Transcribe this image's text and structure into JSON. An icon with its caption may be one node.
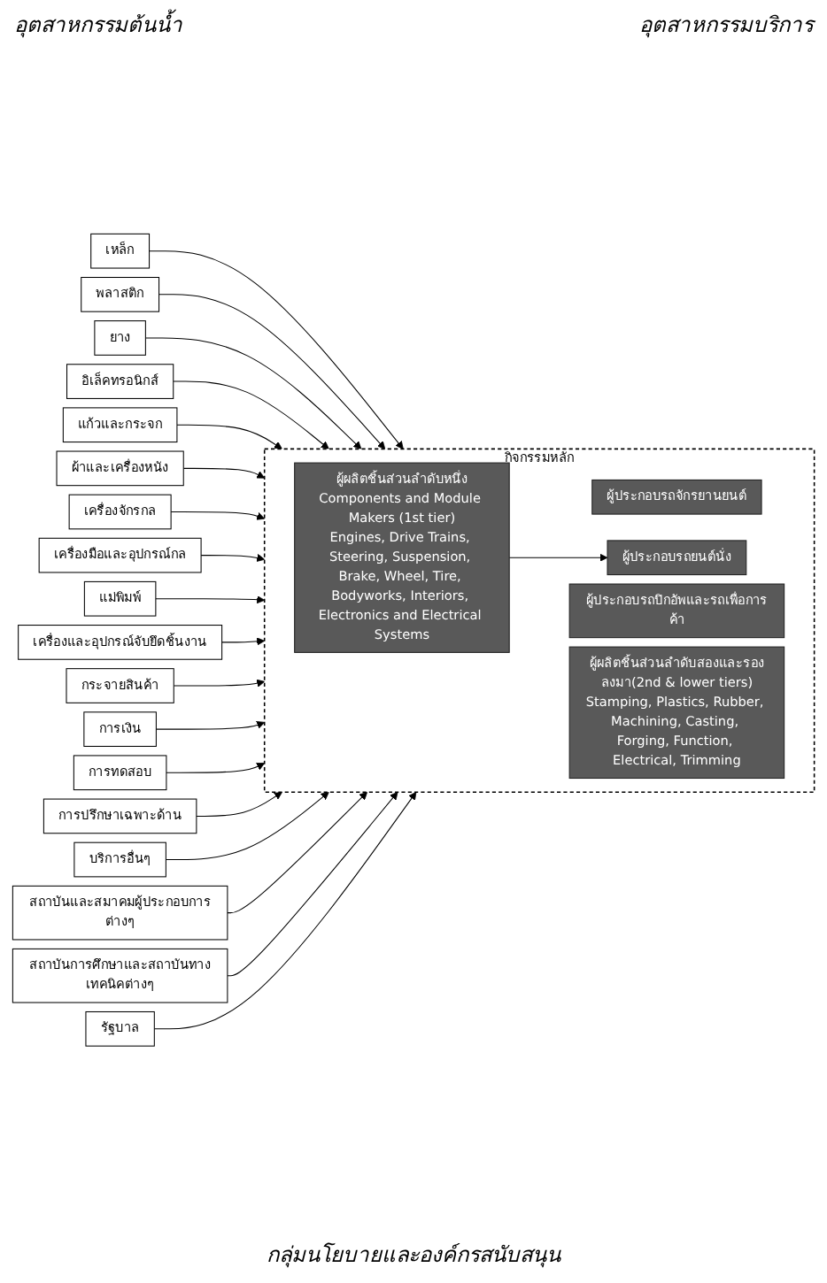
{
  "diagram": {
    "nodes": [
      {
        "text": [
          "เหล็ก"
        ]
      },
      {
        "text": [
          "พลาสติก"
        ]
      },
      {
        "text": [
          "ยาง"
        ]
      },
      {
        "text": [
          "อิเล็คทรอนิกส์"
        ]
      },
      {
        "text": [
          "แก้วและกระจก"
        ]
      },
      {
        "text": [
          "ผ้าและเครื่องหนัง"
        ]
      },
      {
        "text": [
          "เครื่องจักรกล"
        ]
      },
      {
        "text": [
          "เครื่องมือและอุปกรณ์กล"
        ]
      },
      {
        "text": [
          "แม่พิมพ์"
        ]
      },
      {
        "text": [
          "เครื่องและอุปกรณ์จับยึดชิ้นงาน"
        ]
      },
      {
        "text": [
          "กิจกรรมหลัก"
        ]
      },
      {
        "text": [
          "ผู้ประกอบรถจักรยานยนต์"
        ],
        "in": 10
      },
      {
        "text": [
          "ผู้ประกอบรถยนต์นั่ง"
        ],
        "in": 10
      },
      {
        "text": [
          "ผู้ประกอบรถปิกอัพและรถเพื่อการค้า"
        ],
        "in": 10
      },
      {
        "text": [
          "ผู้ผลิตชิ้นส่วนลำดับหนึ่ง",
          "Components and Module Makers (1st tier)",
          "Engines, Drive Trains, Steering, Suspension, Brake, Wheel, Tire, Bodyworks, Interiors, Electronics and Electrical Systems"
        ],
        "in": 10
      },
      {
        "text": [
          "ผู้ผลิตชิ้นส่วนลำดับสองและรองลงมา(2nd & lower tiers)",
          "Stamping, Plastics, Rubber, Machining, Casting, Forging, Function, Electrical, Trimming"
        ],
        "in": 10
      },
      {
        "text": [
          "กระจายสินค้า"
        ]
      },
      {
        "text": [
          "การเงิน"
        ]
      },
      {
        "text": [
          "การทดสอบ"
        ]
      },
      {
        "text": [
          "การปรึกษาเฉพาะด้าน"
        ]
      },
      {
        "text": [
          "บริการอื่นๆ"
        ]
      },
      {
        "text": [
          "สถาบันและสมาคมผู้ประกอบการต่างๆ"
        ]
      },
      {
        "text": [
          "สถาบันการศึกษาและสถาบันทางเทคนิคต่างๆ"
        ]
      },
      {
        "text": [
          "รัฐบาล"
        ]
      }
    ],
    "edges": [
      {
        "from": 0,
        "to": 10,
        "arrow": "to"
      },
      {
        "from": 1,
        "to": 10,
        "arrow": "to"
      },
      {
        "from": 2,
        "to": 10,
        "arrow": "to"
      },
      {
        "from": 3,
        "to": 10,
        "arrow": "to"
      },
      {
        "from": 4,
        "to": 10,
        "arrow": "to"
      },
      {
        "from": 5,
        "to": 10,
        "arrow": "to"
      },
      {
        "from": 6,
        "to": 10,
        "arrow": "to"
      },
      {
        "from": 7,
        "to": 10,
        "arrow": "to"
      },
      {
        "from": 8,
        "to": 10,
        "arrow": "to"
      },
      {
        "from": 9,
        "to": 10,
        "arrow": "to"
      },
      {
        "from": 14,
        "to": 12,
        "arrow": "to"
      },
      {
        "from": 16,
        "to": 10,
        "arrow": "to"
      },
      {
        "from": 17,
        "to": 10,
        "arrow": "to"
      },
      {
        "from": 18,
        "to": 10,
        "arrow": "to"
      },
      {
        "from": 19,
        "to": 10,
        "arrow": "to"
      },
      {
        "from": 20,
        "to": 10,
        "arrow": "to"
      },
      {
        "from": 21,
        "to": 10,
        "arrow": "to"
      },
      {
        "from": 22,
        "to": 10,
        "arrow": "to"
      },
      {
        "from": 23,
        "to": 10,
        "arrow": "to"
      }
    ],
    "labels": [
      "อุตสาหกรรมต้นน้ำ",
      "อุตสาหกรรมบริการ",
      "กลุ่มนโยบายและองค์กรสนับสนุน"
    ]
  }
}
